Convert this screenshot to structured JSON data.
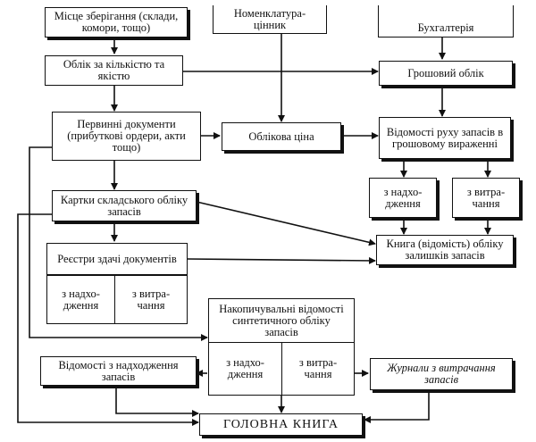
{
  "boxes": {
    "storage": "Місце зберігання (склади,\nкомори, тощо)",
    "nomenclature": "Номенклатура-\nцінник",
    "accounting_dept": "Бухгалтерія",
    "qty_quality": "Облік за кількістю та\nякістю",
    "money": "Грошовий облік",
    "primary_docs": "Первинні документи\n(прибуткові ордери, акти\nтощо)",
    "price": "Облікова ціна",
    "movement": "Відомості руху запасів в\nгрошовому вираженні",
    "money_in": "з надхо-\nдження",
    "money_out": "з витра-\nчання",
    "cards": "Картки складського обліку\nзапасів",
    "book": "Книга (відомість) обліку\nзалишків запасів",
    "registry_title": "Реєстри здачі документів",
    "reg_in": "з надхо-\nдження",
    "reg_out": "з витра-\nчання",
    "cumulative": "Накопичувальні відомості\nсинтетичного обліку\nзапасів",
    "cum_in": "з надхо-\nдження",
    "cum_out": "з витра-\nчання",
    "receipt_statements": "Відомості з надходження\nзапасів",
    "journals": "Журнали з витрачання\nзапасів",
    "ledger": "ГОЛОВНА КНИГА"
  }
}
